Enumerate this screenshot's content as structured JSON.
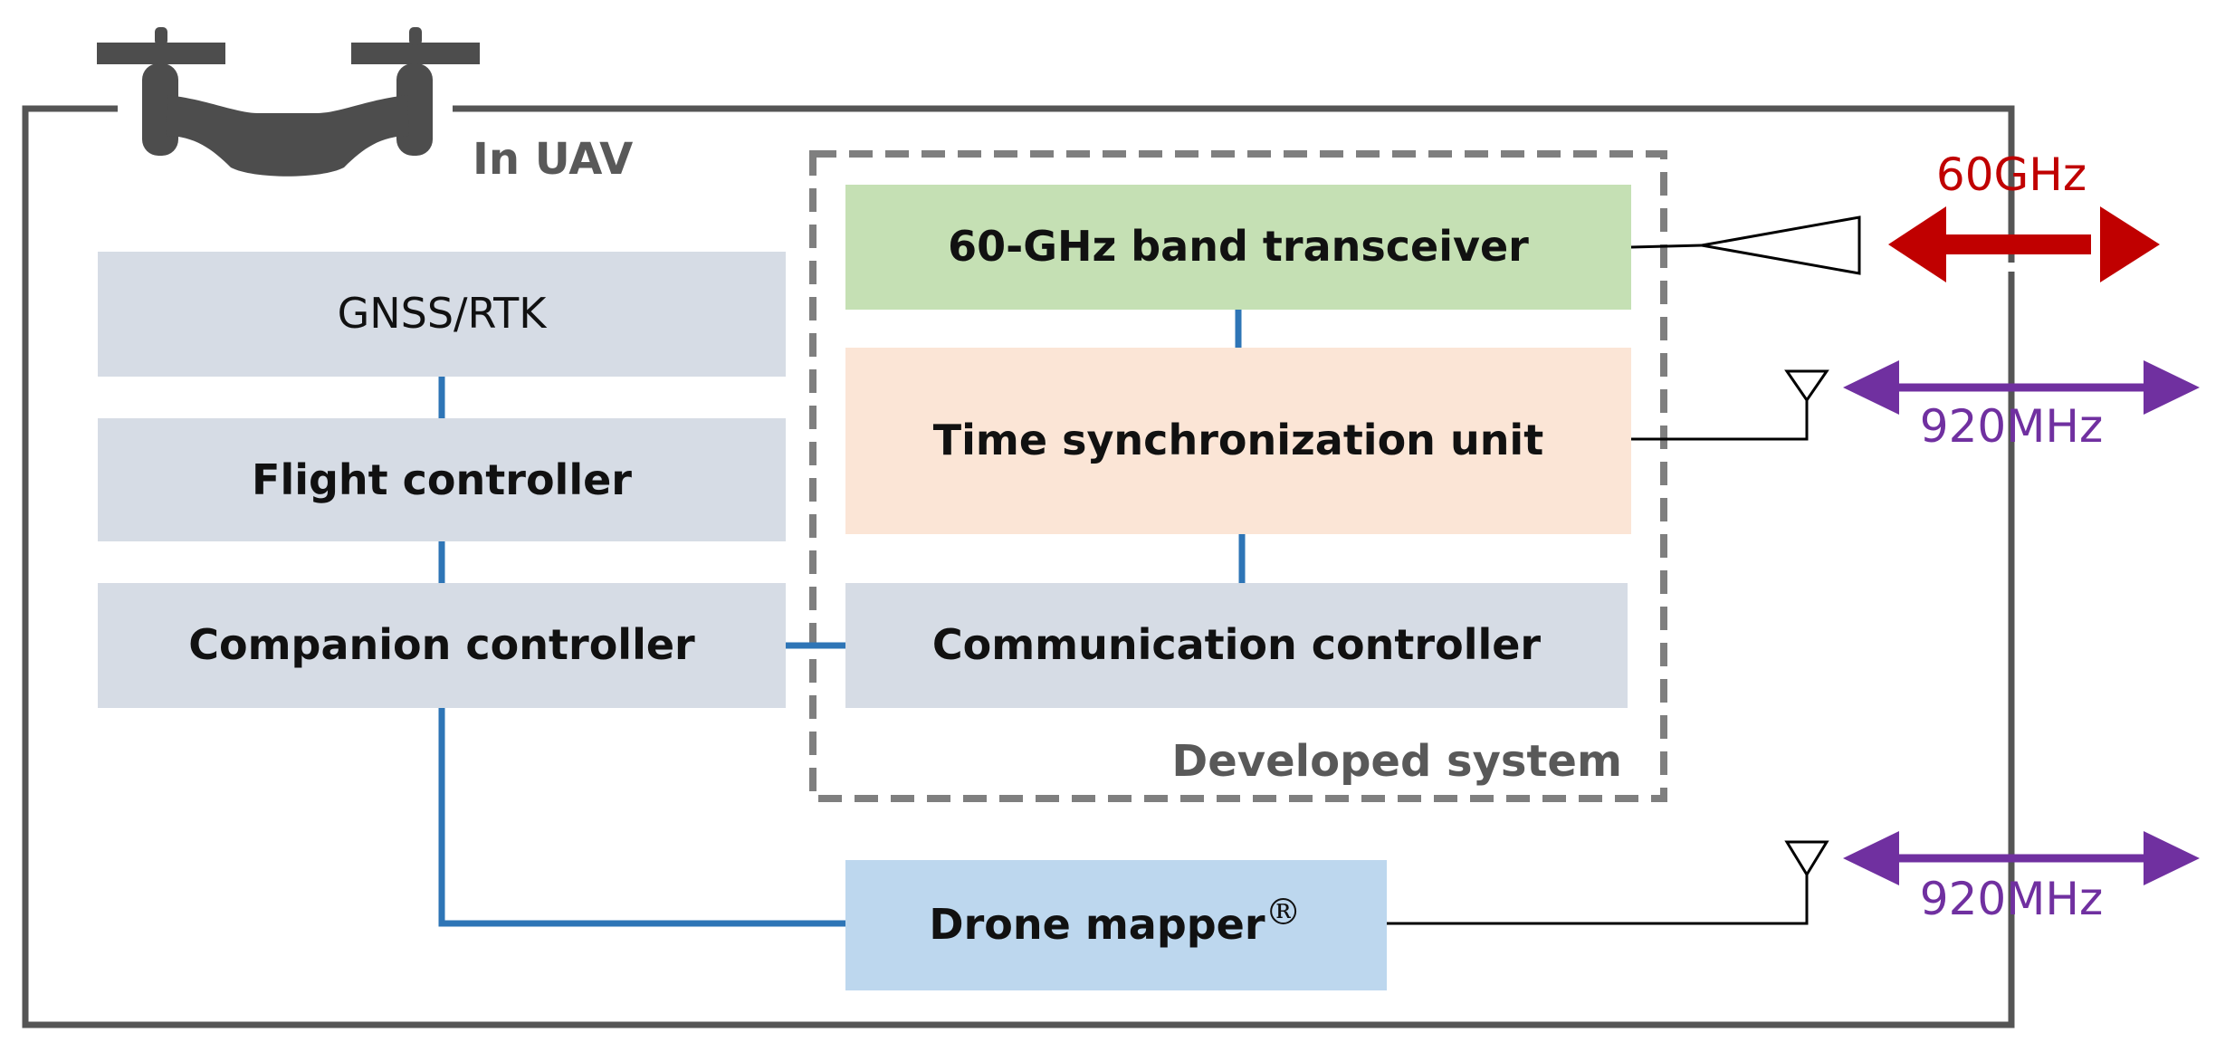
{
  "colors": {
    "frame": "#555555",
    "dashed": "#7f7f7f",
    "gray_block": "#d6dce5",
    "green_block": "#c5e0b4",
    "peach_block": "#fbe5d6",
    "blue_block": "#bdd7ee",
    "connector": "#2e75b6",
    "red": "#c00000",
    "purple": "#7030a0",
    "drone": "#4d4d4d",
    "text": "#111111",
    "label_gray": "#595959"
  },
  "labels": {
    "in_uav": "In UAV",
    "developed_system": "Developed system"
  },
  "blocks": {
    "gnss": "GNSS/RTK",
    "flight_controller": "Flight controller",
    "companion_controller": "Companion controller",
    "transceiver": "60-GHz band transceiver",
    "time_sync": "Time synchronization unit",
    "comm_controller": "Communication controller",
    "drone_mapper": "Drone mapper",
    "drone_mapper_mark": "®"
  },
  "links": {
    "link_60ghz": "60GHz",
    "link_920_top": "920MHz",
    "link_920_bottom": "920MHz"
  },
  "icons": {
    "drone": "drone-icon",
    "horn_antenna": "horn-antenna-icon",
    "antenna": "antenna-icon",
    "arrow": "double-arrow-icon"
  }
}
